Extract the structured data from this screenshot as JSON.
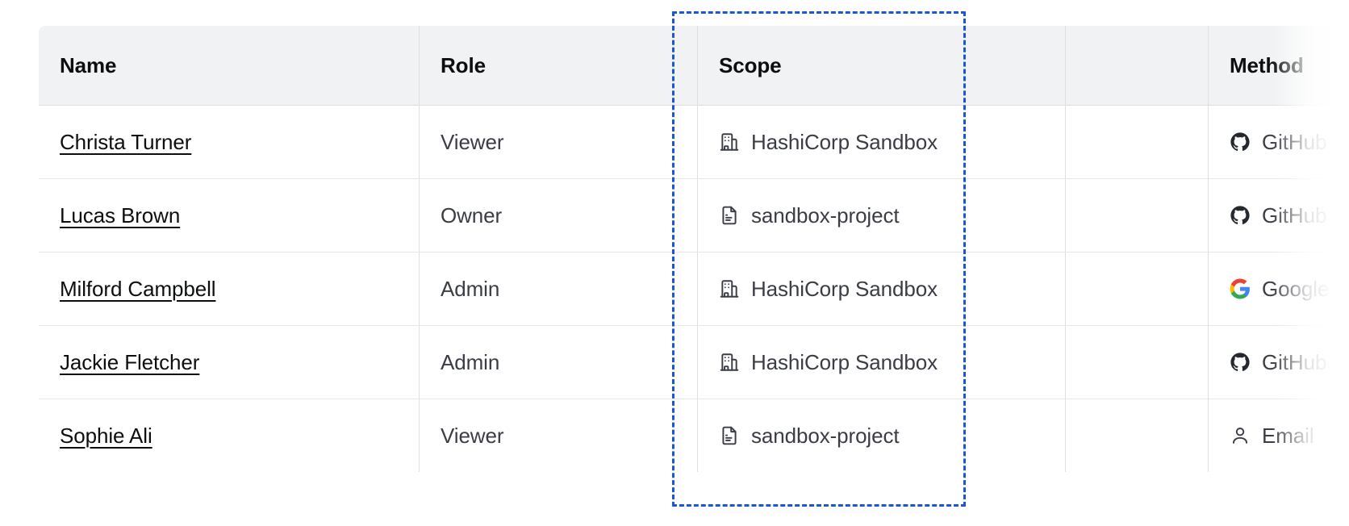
{
  "table": {
    "columns": [
      {
        "key": "name",
        "label": "Name"
      },
      {
        "key": "role",
        "label": "Role"
      },
      {
        "key": "scope",
        "label": "Scope"
      },
      {
        "key": "extra",
        "label": ""
      },
      {
        "key": "method",
        "label": "Method"
      }
    ],
    "rows": [
      {
        "name": "Christa Turner",
        "role": "Viewer",
        "scope": "HashiCorp Sandbox",
        "scope_icon": "building-icon",
        "extra": "",
        "method": "GitHub",
        "method_icon": "github-icon"
      },
      {
        "name": "Lucas Brown",
        "role": "Owner",
        "scope": "sandbox-project",
        "scope_icon": "document-icon",
        "extra": "",
        "method": "GitHub",
        "method_icon": "github-icon"
      },
      {
        "name": "Milford Campbell",
        "role": "Admin",
        "scope": "HashiCorp Sandbox",
        "scope_icon": "building-icon",
        "extra": "",
        "method": "Google",
        "method_icon": "google-icon"
      },
      {
        "name": "Jackie Fletcher",
        "role": "Admin",
        "scope": "HashiCorp Sandbox",
        "scope_icon": "building-icon",
        "extra": "",
        "method": "GitHub",
        "method_icon": "github-icon"
      },
      {
        "name": "Sophie Ali",
        "role": "Viewer",
        "scope": "sandbox-project",
        "scope_icon": "document-icon",
        "extra": "",
        "method": "Email",
        "method_icon": "user-icon"
      }
    ]
  },
  "annotation": {
    "name": "scope-column-highlight",
    "color": "#1c57d3",
    "style": "dashed"
  },
  "colors": {
    "header_bg": "#f1f2f4",
    "border": "#dcdfe5",
    "text_primary": "#0c0e10",
    "text_body": "#3b3d45",
    "accent": "#1c57d3"
  }
}
